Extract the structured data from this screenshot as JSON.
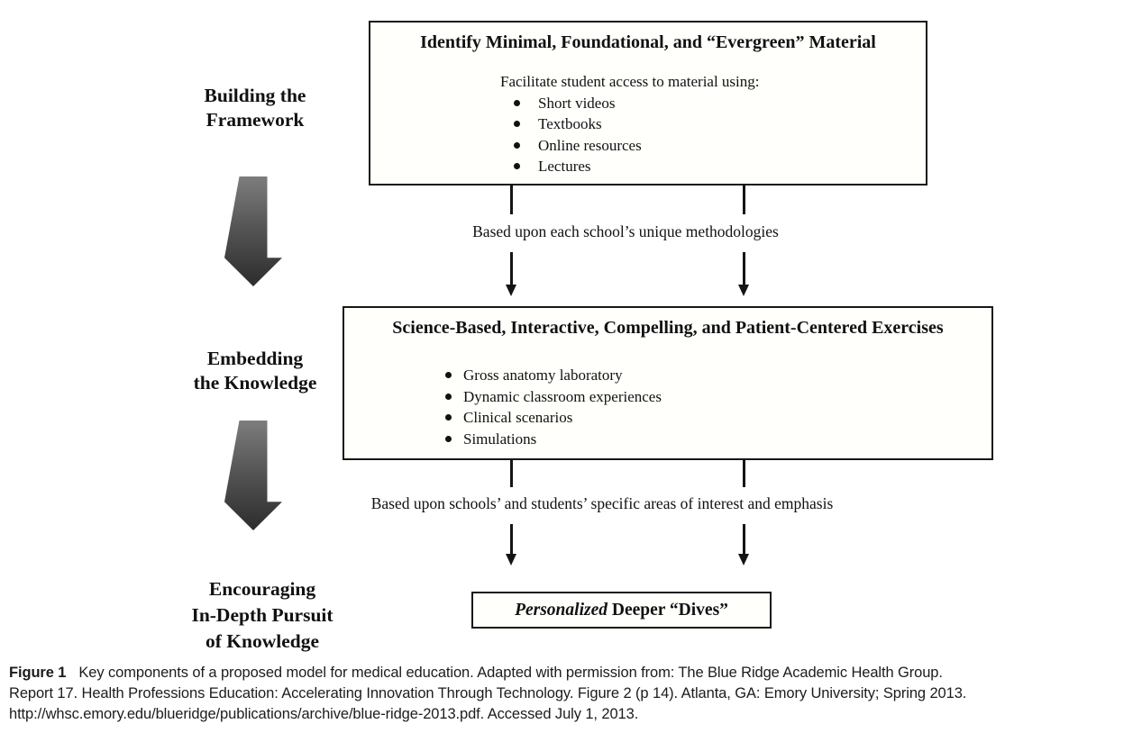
{
  "colors": {
    "background": "#ffffff",
    "box_border": "#161616",
    "text": "#111111",
    "big_arrow_gradient_top": "#7d7d7d",
    "big_arrow_gradient_bottom": "#2c2c2c"
  },
  "stages": [
    {
      "lines": [
        "Building the",
        "Framework"
      ]
    },
    {
      "lines": [
        "Embedding",
        "the Knowledge"
      ]
    },
    {
      "lines": [
        "Encouraging",
        "In-Depth Pursuit",
        "of Knowledge"
      ]
    }
  ],
  "top_box": {
    "title": "Identify Minimal, Foundational, and “Evergreen” Material",
    "intro": "Facilitate student access to material using:",
    "bullets": [
      "Short videos",
      "Textbooks",
      "Online resources",
      "Lectures"
    ]
  },
  "connector_1": {
    "label": "Based upon each school’s unique methodologies"
  },
  "middle_box": {
    "title": "Science-Based, Interactive, Compelling, and Patient-Centered Exercises",
    "bullets": [
      "Gross anatomy laboratory",
      "Dynamic classroom experiences",
      "Clinical scenarios",
      "Simulations"
    ]
  },
  "connector_2": {
    "label": "Based upon schools’ and students’ specific areas of interest and emphasis"
  },
  "bottom_box": {
    "title_emphasis": "Personalized",
    "title_rest": " Deeper “Dives”"
  },
  "caption": {
    "label": "Figure 1",
    "line1": "Key components of a proposed model for medical education. Adapted with permission from: The Blue Ridge Academic Health Group.",
    "line2": "Report 17. Health Professions Education: Accelerating Innovation Through Technology. Figure 2 (p 14). Atlanta, GA: Emory University; Spring 2013.",
    "line3": "http://whsc.emory.edu/blueridge/publications/archive/blue-ridge-2013.pdf. Accessed July 1, 2013."
  }
}
